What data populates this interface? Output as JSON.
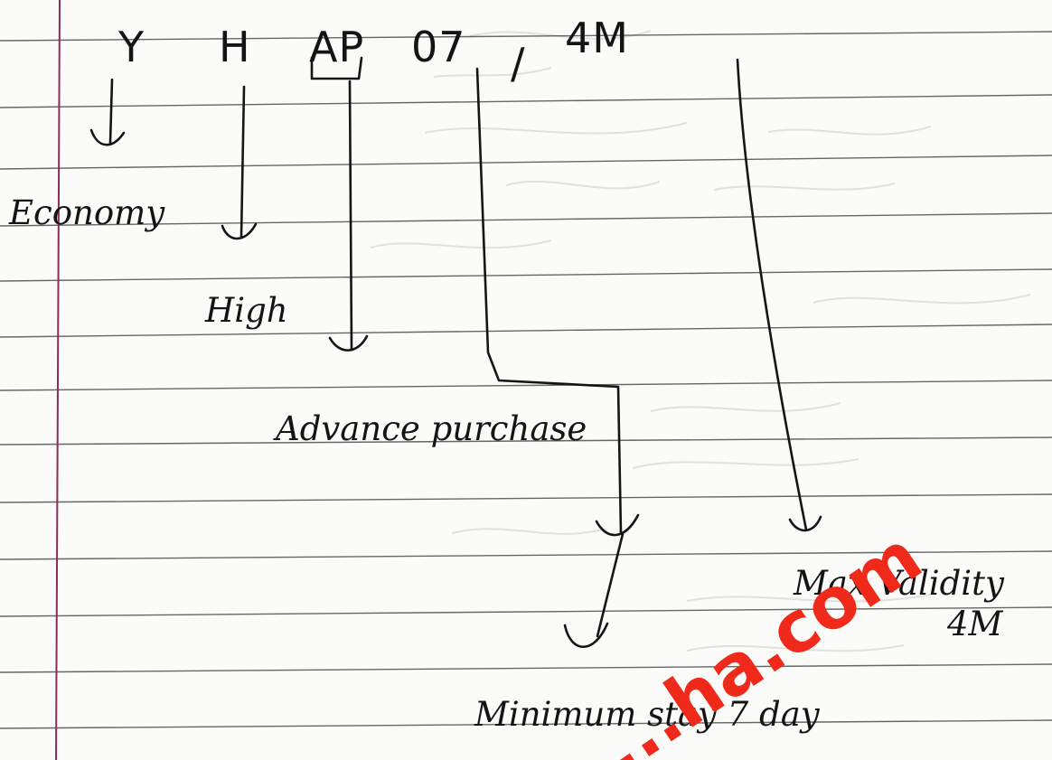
{
  "fare_basis": {
    "parts": [
      "Y",
      "H",
      "AP",
      "07",
      "/",
      "4M"
    ]
  },
  "annotations": {
    "economy": "Economy",
    "high": "High",
    "advance_purchase": "Advance purchase",
    "max_validity": "Max Validity",
    "max_validity_value": "4M",
    "minimum_stay": "Minimum stay 7 day"
  },
  "watermark": "...ha.com",
  "colors": {
    "ink": "#141414",
    "paper": "#fbfbfa",
    "margin_line": "#8c2c57",
    "watermark": "#f02a1b"
  }
}
